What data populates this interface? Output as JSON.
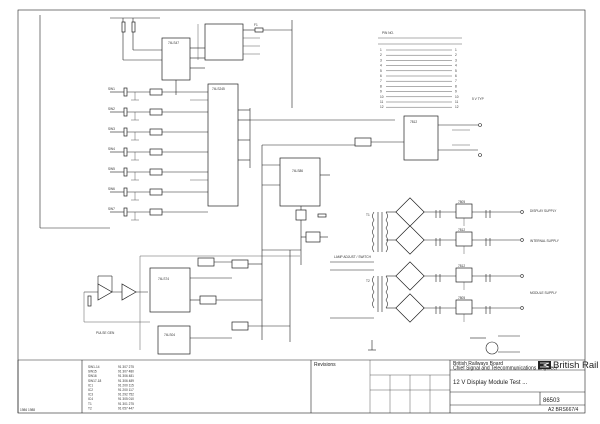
{
  "title_block": {
    "org_line1": "British Railways Board",
    "org_line2": "Chief Signal and Telecommunications Engineer",
    "brand": "British Rail",
    "drawing_title": "12 V Display Module Test ...",
    "revisions_label": "Revisions",
    "drawing_no": "86503",
    "sheet_ref": "A2 BRS667/4"
  },
  "parts_list": [
    {
      "item": "SW1-14",
      "ref": "91 307 275"
    },
    {
      "item": "SW15",
      "ref": "91 307 480"
    },
    {
      "item": "SW16",
      "ref": "91 306 481"
    },
    {
      "item": "SW17-18",
      "ref": "91 306 489"
    },
    {
      "item": "IC1",
      "ref": "91 200 115"
    },
    {
      "item": "IC2",
      "ref": "91 200 117"
    },
    {
      "item": "IC3",
      "ref": "91 292 752"
    },
    {
      "item": "IC4",
      "ref": "91 305 010"
    },
    {
      "item": "T1",
      "ref": "91 301 275"
    },
    {
      "item": "T2",
      "ref": "91 057 447"
    }
  ],
  "left_inputs": [
    "SW1",
    "SW2",
    "SW3",
    "SW4",
    "SW5",
    "SW6",
    "SW7"
  ],
  "components": {
    "ic_top": "74LS47",
    "ic_mid": "74LS245",
    "ic_right": "7812",
    "ic_center": "74LS86",
    "ic_lower1": "74LS74",
    "ic_lower2": "74LS04",
    "fuse": "F1",
    "transformer1": "T1",
    "transformer2": "T2",
    "reg1": "7805",
    "reg2": "7812",
    "reg3": "7812",
    "reg4": "7805"
  },
  "supply_labels": [
    "DISPLAY SUPPLY",
    "INTERNAL SUPPLY",
    "MODULE SUPPLY"
  ],
  "note_labels": {
    "pulse_gen": "PULSE GEN",
    "lamp_adjust": "LAMP ADJUST / SWITCH",
    "pin_table": "PIN NO.",
    "five_v": "5 V TYP"
  },
  "pin_numbers": [
    "1",
    "2",
    "3",
    "4",
    "5",
    "6",
    "7",
    "8",
    "9",
    "10",
    "11",
    "12"
  ],
  "footer_left": "1986 1988"
}
